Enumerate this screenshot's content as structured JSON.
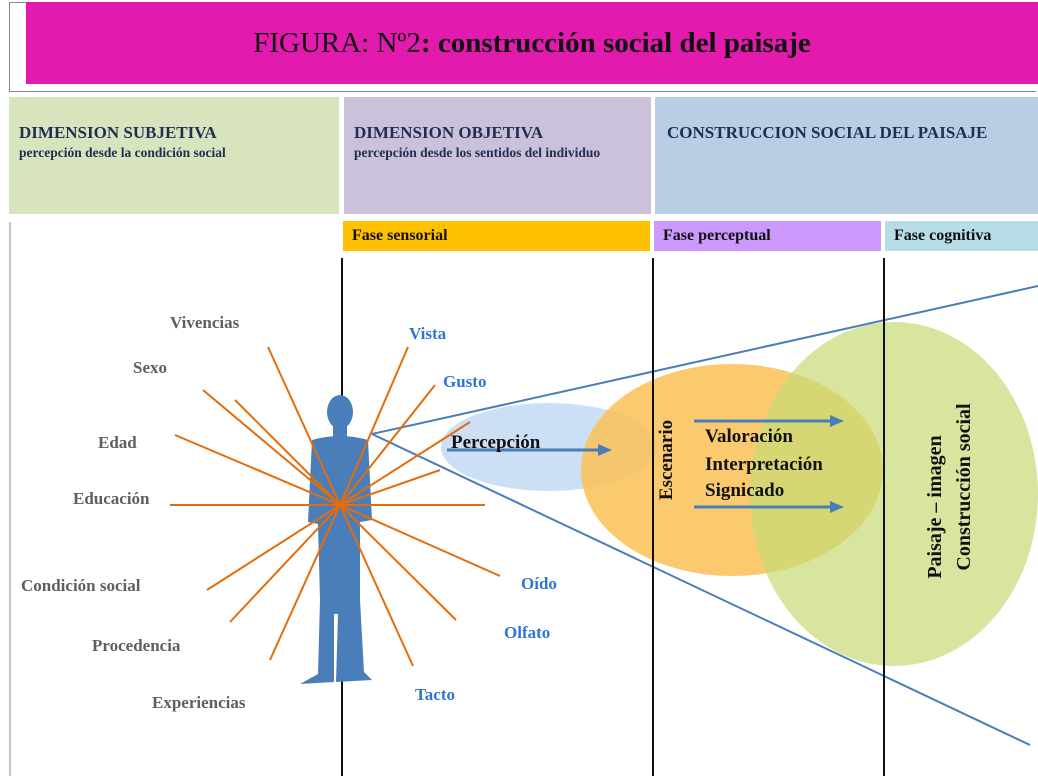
{
  "title": {
    "prefix": "FIGURA: Nº2",
    "bold": ": construcción social del paisaje"
  },
  "header": {
    "subjective": {
      "title": "DIMENSION SUBJETIVA",
      "subtitle": "percepción desde la condición social"
    },
    "objective": {
      "title": "DIMENSION  OBJETIVA",
      "subtitle": "percepción desde los sentidos del individuo"
    },
    "construction": {
      "title": "CONSTRUCCION SOCIAL DEL PAISAJE"
    }
  },
  "phases": {
    "sensorial": "Fase sensorial",
    "perceptual": "Fase perceptual",
    "cognitiva": "Fase cognitiva"
  },
  "social_factors": [
    "Vivencias",
    "Sexo",
    "Edad",
    "Educación",
    "Condición social",
    "Procedencia",
    "Experiencias"
  ],
  "senses": [
    "Vista",
    "Gusto",
    "Oído",
    "Olfato",
    "Tacto"
  ],
  "process": {
    "percepcion": "Percepción",
    "escenario": "Escenario",
    "valoracion": "Valoración",
    "interpretacion": "Interpretación",
    "significado": "Signicado",
    "paisaje_imagen": "Paisaje – imagen",
    "construccion_social": "Construcción  social"
  },
  "colors": {
    "title_bg": "#e21aae",
    "subjective_bg": "#d7e4bd",
    "objective_bg": "#ccc1da",
    "construction_bg": "#b9cde5",
    "sensorial_bg": "#ffc000",
    "perceptual_bg": "#cc99ff",
    "cognitiva_bg": "#b7dee8",
    "rays": "#e46c0a",
    "person": "#4a7ebb",
    "senses_text": "#2e75d6"
  }
}
